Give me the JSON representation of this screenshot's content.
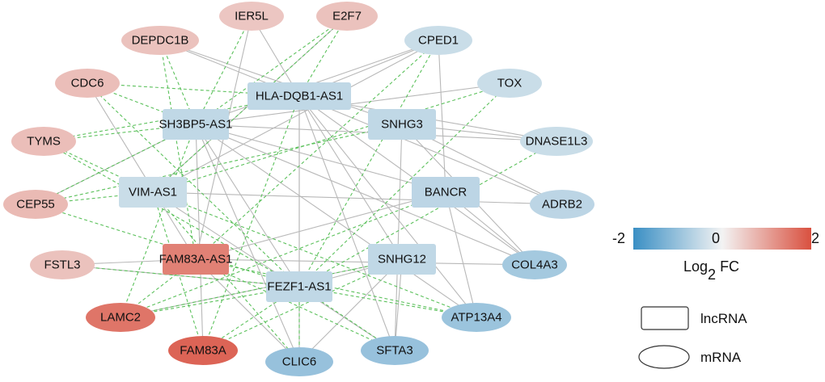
{
  "lncRNAs": [
    {
      "id": "HLA-DQB1-AS1",
      "fc": -0.55
    },
    {
      "id": "SH3BP5-AS1",
      "fc": -0.55
    },
    {
      "id": "SNHG3",
      "fc": -0.55
    },
    {
      "id": "VIM-AS1",
      "fc": -0.45
    },
    {
      "id": "BANCR",
      "fc": -0.6
    },
    {
      "id": "FAM83A-AS1",
      "fc": 1.4
    },
    {
      "id": "SNHG12",
      "fc": -0.55
    },
    {
      "id": "FEZF1-AS1",
      "fc": -0.55
    }
  ],
  "mRNAs": [
    {
      "id": "IER5L",
      "fc": 0.55
    },
    {
      "id": "E2F7",
      "fc": 0.6
    },
    {
      "id": "DEPDC1B",
      "fc": 0.6
    },
    {
      "id": "CPED1",
      "fc": -0.45
    },
    {
      "id": "CDC6",
      "fc": 0.65
    },
    {
      "id": "TOX",
      "fc": -0.45
    },
    {
      "id": "TYMS",
      "fc": 0.65
    },
    {
      "id": "DNASE1L3",
      "fc": -0.45
    },
    {
      "id": "CEP55",
      "fc": 0.7
    },
    {
      "id": "ADRB2",
      "fc": -0.6
    },
    {
      "id": "FSTL3",
      "fc": 0.6
    },
    {
      "id": "COL4A3",
      "fc": -0.85
    },
    {
      "id": "LAMC2",
      "fc": 1.55
    },
    {
      "id": "ATP13A4",
      "fc": -0.95
    },
    {
      "id": "FAM83A",
      "fc": 1.75
    },
    {
      "id": "CLIC6",
      "fc": -1.0
    },
    {
      "id": "SFTA3",
      "fc": -1.0
    }
  ],
  "edges_solid": [
    [
      "IER5L",
      "HLA-DQB1-AS1"
    ],
    [
      "IER5L",
      "FAM83A-AS1"
    ],
    [
      "E2F7",
      "VIM-AS1"
    ],
    [
      "DEPDC1B",
      "SNHG3"
    ],
    [
      "DEPDC1B",
      "HLA-DQB1-AS1"
    ],
    [
      "CPED1",
      "SH3BP5-AS1"
    ],
    [
      "CPED1",
      "HLA-DQB1-AS1"
    ],
    [
      "CPED1",
      "BANCR"
    ],
    [
      "CPED1",
      "VIM-AS1"
    ],
    [
      "TOX",
      "SH3BP5-AS1"
    ],
    [
      "DNASE1L3",
      "SH3BP5-AS1"
    ],
    [
      "DNASE1L3",
      "HLA-DQB1-AS1"
    ],
    [
      "DNASE1L3",
      "SNHG3"
    ],
    [
      "ADRB2",
      "VIM-AS1"
    ],
    [
      "ADRB2",
      "HLA-DQB1-AS1"
    ],
    [
      "ADRB2",
      "SNHG3"
    ],
    [
      "COL4A3",
      "SH3BP5-AS1"
    ],
    [
      "COL4A3",
      "HLA-DQB1-AS1"
    ],
    [
      "COL4A3",
      "FAM83A-AS1"
    ],
    [
      "COL4A3",
      "SNHG3"
    ],
    [
      "COL4A3",
      "BANCR"
    ],
    [
      "ATP13A4",
      "HLA-DQB1-AS1"
    ],
    [
      "ATP13A4",
      "SH3BP5-AS1"
    ],
    [
      "ATP13A4",
      "BANCR"
    ],
    [
      "SFTA3",
      "HLA-DQB1-AS1"
    ],
    [
      "SFTA3",
      "VIM-AS1"
    ],
    [
      "SFTA3",
      "SNHG12"
    ],
    [
      "SFTA3",
      "SNHG3"
    ],
    [
      "CLIC6",
      "HLA-DQB1-AS1"
    ],
    [
      "CLIC6",
      "SH3BP5-AS1"
    ],
    [
      "CLIC6",
      "SNHG12"
    ],
    [
      "CLIC6",
      "FAM83A-AS1"
    ],
    [
      "FAM83A",
      "SH3BP5-AS1"
    ],
    [
      "LAMC2",
      "SNHG12"
    ],
    [
      "FSTL3",
      "FEZF1-AS1"
    ],
    [
      "FSTL3",
      "FAM83A-AS1"
    ],
    [
      "CEP55",
      "SH3BP5-AS1"
    ],
    [
      "CDC6",
      "FAM83A-AS1"
    ],
    [
      "SNHG12",
      "FEZF1-AS1"
    ],
    [
      "SNHG12",
      "HLA-DQB1-AS1"
    ],
    [
      "FEZF1-AS1",
      "HLA-DQB1-AS1"
    ],
    [
      "FEZF1-AS1",
      "SH3BP5-AS1"
    ],
    [
      "BANCR",
      "SH3BP5-AS1"
    ],
    [
      "BANCR",
      "FAM83A-AS1"
    ]
  ],
  "edges_dashed": [
    [
      "E2F7",
      "SH3BP5-AS1"
    ],
    [
      "E2F7",
      "HLA-DQB1-AS1"
    ],
    [
      "E2F7",
      "VIM-AS1"
    ],
    [
      "IER5L",
      "SH3BP5-AS1"
    ],
    [
      "DEPDC1B",
      "SH3BP5-AS1"
    ],
    [
      "DEPDC1B",
      "FAM83A-AS1"
    ],
    [
      "CDC6",
      "HLA-DQB1-AS1"
    ],
    [
      "CDC6",
      "SH3BP5-AS1"
    ],
    [
      "CDC6",
      "FEZF1-AS1"
    ],
    [
      "TYMS",
      "SH3BP5-AS1"
    ],
    [
      "TYMS",
      "HLA-DQB1-AS1"
    ],
    [
      "TYMS",
      "FEZF1-AS1"
    ],
    [
      "TYMS",
      "VIM-AS1"
    ],
    [
      "CEP55",
      "SH3BP5-AS1"
    ],
    [
      "CEP55",
      "SNHG3"
    ],
    [
      "CEP55",
      "FEZF1-AS1"
    ],
    [
      "CEP55",
      "VIM-AS1"
    ],
    [
      "FSTL3",
      "FEZF1-AS1"
    ],
    [
      "LAMC2",
      "FEZF1-AS1"
    ],
    [
      "LAMC2",
      "BANCR"
    ],
    [
      "LAMC2",
      "SNHG12"
    ],
    [
      "LAMC2",
      "FAM83A-AS1"
    ],
    [
      "LAMC2",
      "SH3BP5-AS1"
    ],
    [
      "FAM83A",
      "FEZF1-AS1"
    ],
    [
      "FAM83A",
      "SNHG12"
    ],
    [
      "FAM83A",
      "HLA-DQB1-AS1"
    ],
    [
      "FAM83A",
      "VIM-AS1"
    ],
    [
      "CLIC6",
      "VIM-AS1"
    ],
    [
      "CLIC6",
      "FEZF1-AS1"
    ],
    [
      "SFTA3",
      "FAM83A-AS1"
    ],
    [
      "SFTA3",
      "FEZF1-AS1"
    ],
    [
      "ATP13A4",
      "FAM83A-AS1"
    ],
    [
      "ATP13A4",
      "FEZF1-AS1"
    ],
    [
      "ATP13A4",
      "VIM-AS1"
    ],
    [
      "CPED1",
      "FAM83A-AS1"
    ],
    [
      "CPED1",
      "FEZF1-AS1"
    ],
    [
      "TOX",
      "FEZF1-AS1"
    ],
    [
      "TOX",
      "VIM-AS1"
    ],
    [
      "DNASE1L3",
      "FEZF1-AS1"
    ]
  ],
  "colors": {
    "low": "#3a8fc4",
    "mid": "#f3f3f3",
    "high": "#d9503f",
    "solid_edge": "#b8b8b8",
    "dashed_edge": "#5cc15c"
  },
  "legend": {
    "scale_min": "-2",
    "scale_mid": "0",
    "scale_max": "2",
    "scale_title_main": "Log",
    "scale_title_sub": "2",
    "scale_title_tail": " FC",
    "lncrna_label": "lncRNA",
    "mrna_label": "mRNA"
  }
}
